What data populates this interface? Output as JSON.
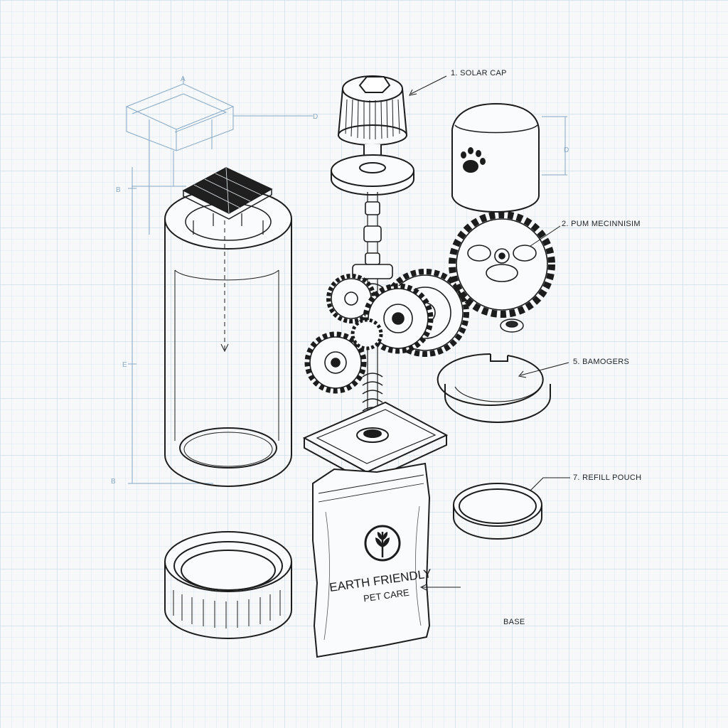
{
  "callouts": {
    "solar_cap": "1.  SOLAR CAP",
    "pump_mechanism": "2.  PUM MECINNISIM",
    "bamogers": "5.  BAMOGERS",
    "refill_pouch": "7.  REFILL POUCH",
    "base": "BASE"
  },
  "pouch": {
    "brand_line1": "EARTH FRIENDLY",
    "brand_line2": "PET CARE"
  },
  "dimension_marks": {
    "top": "A",
    "right_upper": "D",
    "right_cap": "D",
    "left_a": "B",
    "left_b": "E",
    "left_c": "B"
  },
  "colors": {
    "ink": "#1c1c1c",
    "grid_minor": "#d3e1ea",
    "grid_major": "#b9d0de",
    "blueprint": "#86a9c6",
    "paper": "#f6f8f9"
  }
}
